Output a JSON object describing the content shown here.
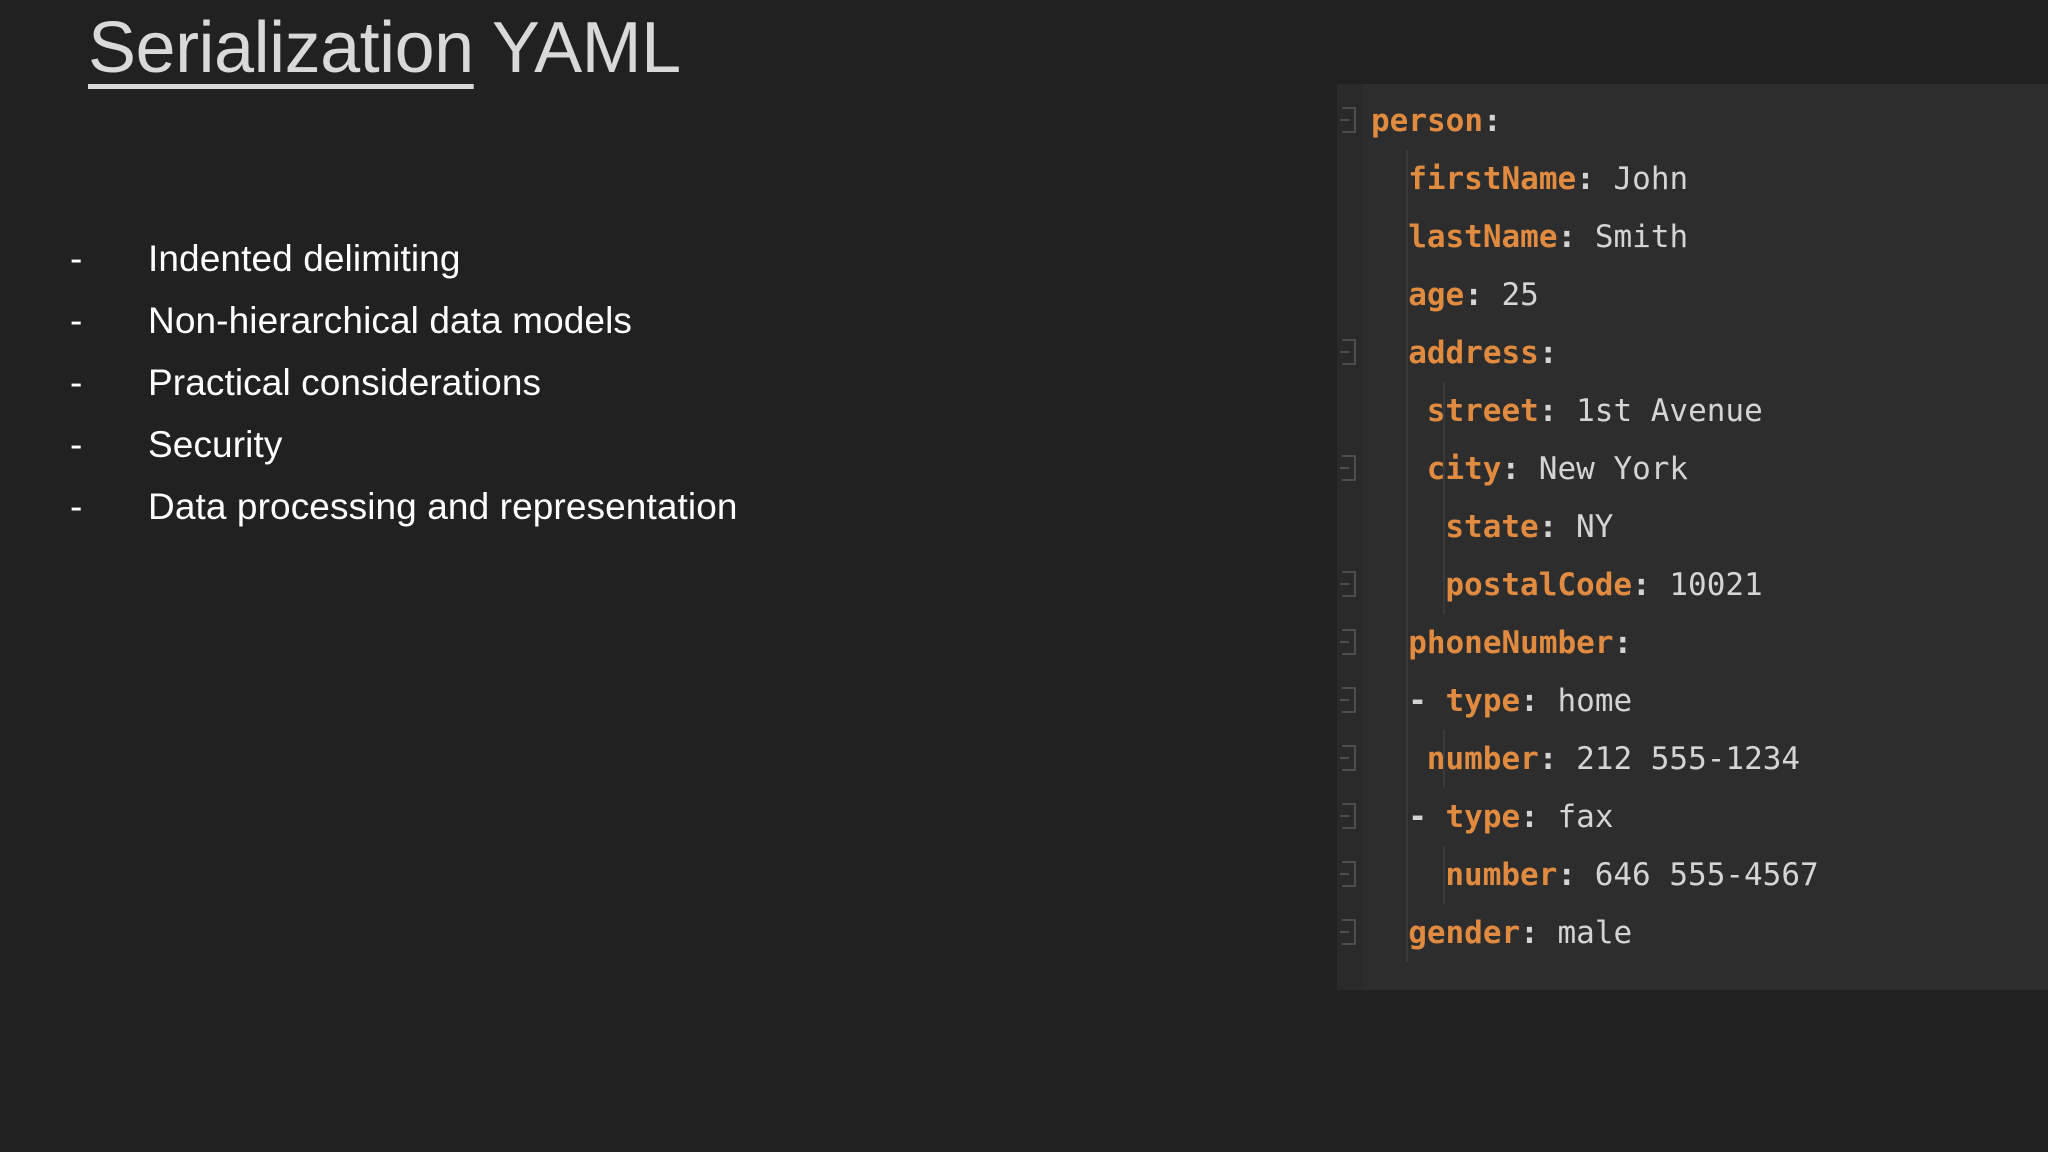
{
  "slide": {
    "background_color": "#212121",
    "title": {
      "underlined_part": "Serialization",
      "plain_part": " YAML",
      "color": "#d9d9d9"
    },
    "bullets": {
      "marker": "-",
      "items": [
        "Indented delimiting",
        "Non-hierarchical data models",
        "Practical considerations",
        "Security",
        "Data processing and representation"
      ]
    },
    "code_panel": {
      "language": "yaml",
      "background_color": "#2d2d2d",
      "key_color": "#e08b3f",
      "value_color": "#d4d4d4",
      "lines": [
        {
          "indent": 0,
          "fold": true,
          "guides": [],
          "dash": "",
          "key": "person",
          "colon": ":",
          "value": ""
        },
        {
          "indent": 2,
          "fold": false,
          "guides": [
            1
          ],
          "dash": "",
          "key": "firstName",
          "colon": ":",
          "value": "John"
        },
        {
          "indent": 2,
          "fold": false,
          "guides": [
            1
          ],
          "dash": "",
          "key": "lastName",
          "colon": ":",
          "value": "Smith"
        },
        {
          "indent": 2,
          "fold": false,
          "guides": [
            1
          ],
          "dash": "",
          "key": "age",
          "colon": ":",
          "value": "25"
        },
        {
          "indent": 2,
          "fold": true,
          "guides": [
            1
          ],
          "dash": "",
          "key": "address",
          "colon": ":",
          "value": ""
        },
        {
          "indent": 3,
          "fold": false,
          "guides": [
            1,
            2
          ],
          "dash": "",
          "key": "street",
          "colon": ":",
          "value": "1st Avenue"
        },
        {
          "indent": 3,
          "fold": true,
          "guides": [
            1,
            2
          ],
          "dash": "",
          "key": "city",
          "colon": ":",
          "value": "New York"
        },
        {
          "indent": 4,
          "fold": false,
          "guides": [
            1,
            2
          ],
          "dash": "",
          "key": "state",
          "colon": ":",
          "value": "NY"
        },
        {
          "indent": 4,
          "fold": true,
          "guides": [
            1,
            2
          ],
          "dash": "",
          "key": "postalCode",
          "colon": ":",
          "value": "10021"
        },
        {
          "indent": 2,
          "fold": true,
          "guides": [
            1
          ],
          "dash": "",
          "key": "phoneNumber",
          "colon": ":",
          "value": ""
        },
        {
          "indent": 2,
          "fold": true,
          "guides": [
            1
          ],
          "dash": "-",
          "key": "type",
          "colon": ":",
          "value": "home"
        },
        {
          "indent": 3,
          "fold": true,
          "guides": [
            1,
            2
          ],
          "dash": "",
          "key": "number",
          "colon": ":",
          "value": "212 555-1234"
        },
        {
          "indent": 2,
          "fold": true,
          "guides": [
            1
          ],
          "dash": "-",
          "key": "type",
          "colon": ":",
          "value": "fax"
        },
        {
          "indent": 4,
          "fold": true,
          "guides": [
            1,
            2
          ],
          "dash": "",
          "key": "number",
          "colon": ":",
          "value": "646 555-4567"
        },
        {
          "indent": 2,
          "fold": true,
          "guides": [
            1
          ],
          "dash": "",
          "key": "gender",
          "colon": ":",
          "value": "male"
        }
      ]
    }
  }
}
